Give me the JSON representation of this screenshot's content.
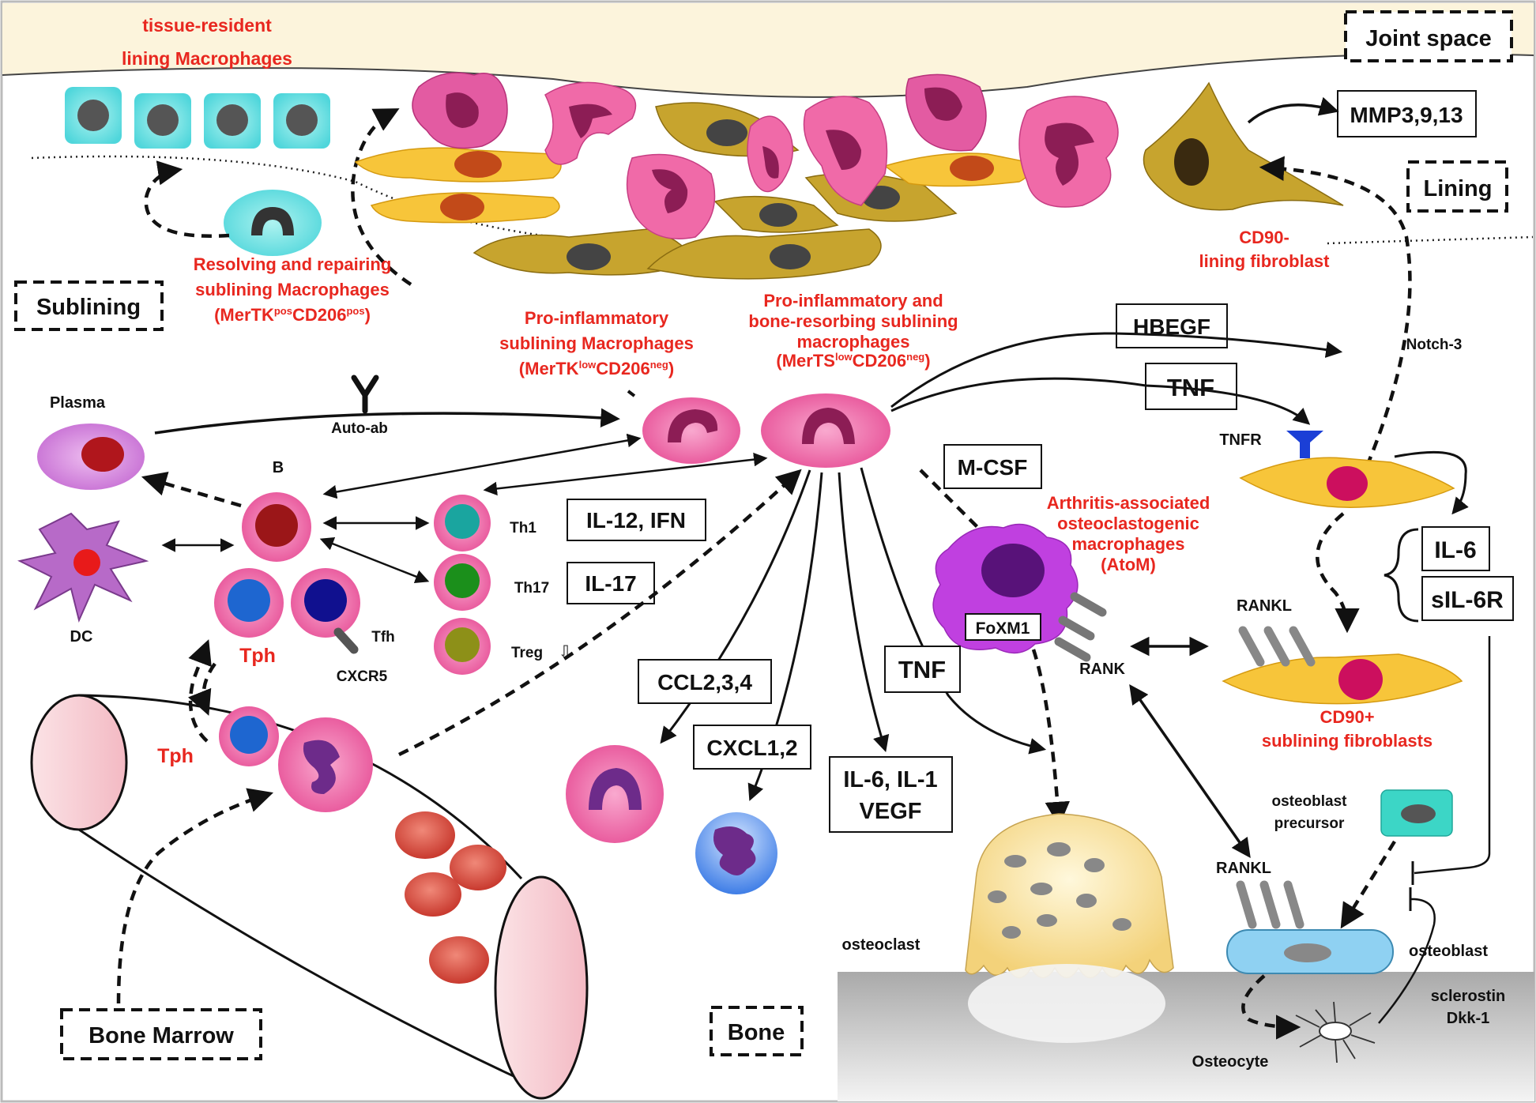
{
  "regions": {
    "joint_space": "Joint space",
    "lining": "Lining",
    "sublining": "Sublining",
    "bone_marrow": "Bone Marrow",
    "bone": "Bone"
  },
  "cells": {
    "tissue_resident_1": "tissue-resident",
    "tissue_resident_2": "lining Macrophages",
    "resolving_1": "Resolving and repairing",
    "resolving_2": "sublining Macrophages",
    "resolving_3_a": "(MerTK",
    "resolving_3_sup1": "pos",
    "resolving_3_b": "CD206",
    "resolving_3_sup2": "pos",
    "resolving_3_c": ")",
    "proinf_1": "Pro-inflammatory",
    "proinf_2": "sublining Macrophages",
    "proinf_3_a": "(MerTK",
    "proinf_3_sup1": "low",
    "proinf_3_b": "CD206",
    "proinf_3_sup2": "neg",
    "proinf_3_c": ")",
    "bone_resorb_1": "Pro-inflammatory and",
    "bone_resorb_2": "bone-resorbing sublining",
    "bone_resorb_3": "macrophages",
    "bone_resorb_4_a": "(MerTS",
    "bone_resorb_4_sup1": "low",
    "bone_resorb_4_b": "CD206",
    "bone_resorb_4_sup2": "neg",
    "bone_resorb_4_c": ")",
    "cd90neg_1": "CD90-",
    "cd90neg_2": "lining fibroblast",
    "atom_1": "Arthritis-associated",
    "atom_2": "osteoclastogenic",
    "atom_3": "macrophages",
    "atom_4": "(AtoM)",
    "cd90pos_1": "CD90+",
    "cd90pos_2": "sublining  fibroblasts",
    "plasma": "Plasma",
    "auto_ab": "Auto-ab",
    "b": "B",
    "dc": "DC",
    "th1": "Th1",
    "th17": "Th17",
    "treg": "Treg",
    "tfh": "Tfh",
    "cxcr5": "CXCR5",
    "tph_top": "Tph",
    "tph_bottom": "Tph",
    "notch3": "Notch-3",
    "tnfr": "TNFR",
    "foxm1": "FoXM1",
    "rank": "RANK",
    "rankl_top": "RANKL",
    "rankl_bottom": "RANKL",
    "osteoclast": "osteoclast",
    "osteoblast_precursor_1": "osteoblast",
    "osteoblast_precursor_2": "precursor",
    "osteoblast": "osteoblast",
    "sclerostin": "sclerostin",
    "dkk1": "Dkk-1",
    "osteocyte": "Osteocyte"
  },
  "boxes": {
    "mmp": "MMP3,9,13",
    "hbegf": "HBEGF",
    "tnf_top": "TNF",
    "mcsf": "M-CSF",
    "il12": "IL-12, IFN",
    "il17": "IL-17",
    "ccl": "CCL2,3,4",
    "cxcl": "CXCL1,2",
    "tnf_mid": "TNF",
    "il6_il1_1": "IL-6, IL-1",
    "il6_il1_2": "VEGF",
    "il6": "IL-6",
    "sil6r": "sIL-6R"
  },
  "symbols": {
    "treg_arrow": "⇩"
  },
  "colors": {
    "label_red": "#e8271f",
    "macrophage_pink": "#f06aa8",
    "nucleus_maroon": "#8c1d55",
    "fibroblast_gold": "#c7a42e",
    "fibroblast_yellow": "#f7c53a",
    "lining_cyan": "#5fdde2",
    "joint_space": "#fcf4dc",
    "bone_gray": "#c8c8c8"
  }
}
